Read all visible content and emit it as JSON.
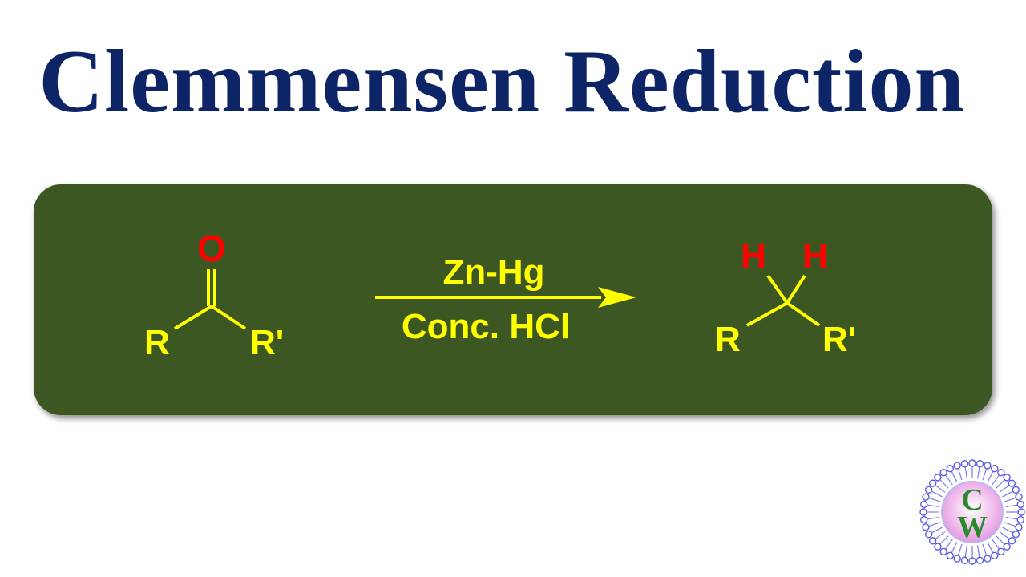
{
  "title": "Clemmensen Reduction",
  "reaction": {
    "reactant": {
      "left_group": "R",
      "right_group": "R'",
      "oxygen": "O"
    },
    "reagents": {
      "above_arrow": "Zn-Hg",
      "below_arrow": "Conc. HCl"
    },
    "product": {
      "left_group": "R",
      "right_group": "R'",
      "hydrogen_left": "H",
      "hydrogen_right": "H"
    }
  },
  "logo": {
    "top_letter": "C",
    "bottom_letter": "W"
  },
  "colors": {
    "title": "#0d2466",
    "panel": "#3d5723",
    "atoms_and_bonds": "#ffff00",
    "heteroatoms": "#ff0000",
    "logo_ring": "#6a6ae6",
    "logo_center": "#f4c6f0",
    "logo_letters": "#2a8a2a"
  }
}
